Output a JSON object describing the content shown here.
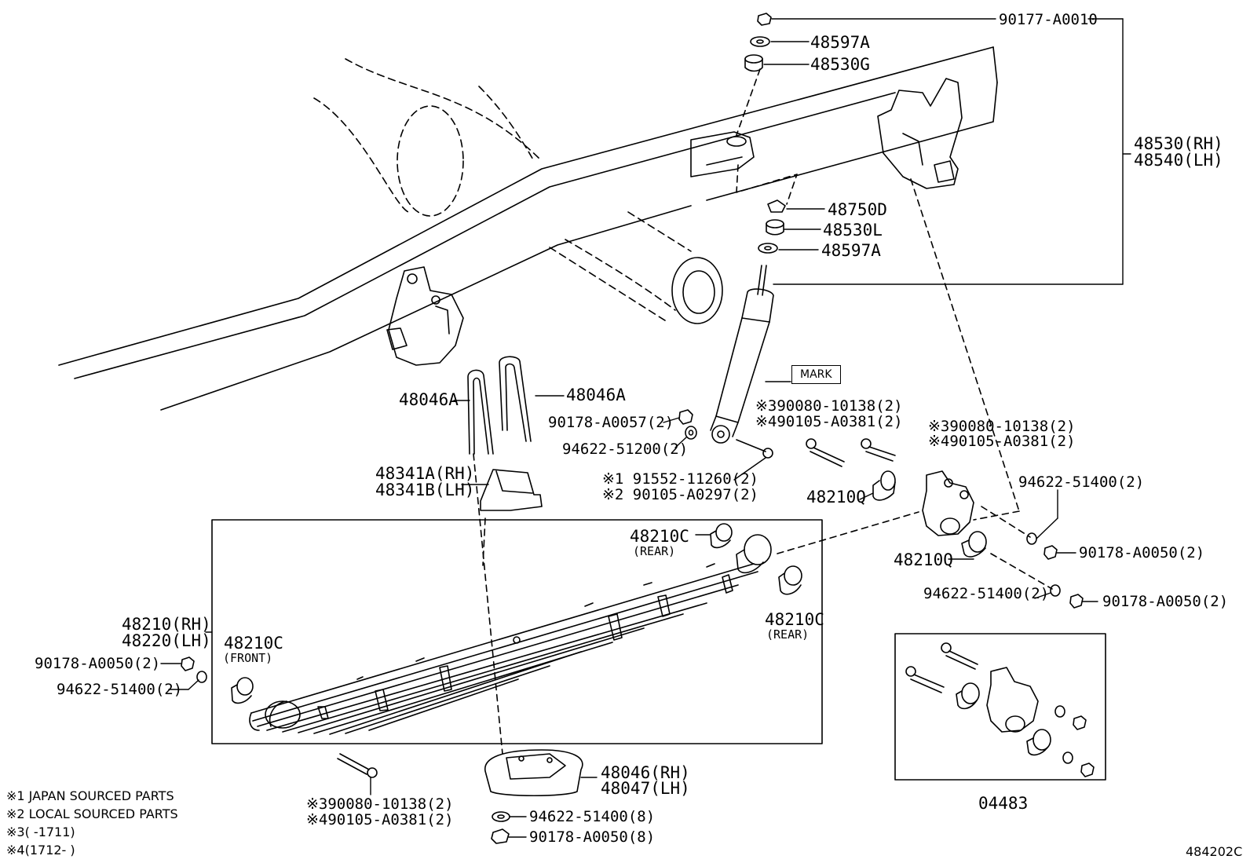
{
  "diagram_code": "484202C",
  "mark_label": "MARK",
  "callouts": {
    "nut_top": "90177-A0010",
    "washer_top": "48597A",
    "cushion_top": "48530G",
    "absorber_rh": "48530(RH)",
    "absorber_lh": "48540(LH)",
    "retainer": "48750D",
    "cushion_low": "48530L",
    "washer_low": "48597A",
    "ubolt_left": "48046A",
    "ubolt_right": "48046A",
    "nut_ubolt": "90178-A0057(2)",
    "washer_ubolt": "94622-51200(2)",
    "bumper_rh": "48341A(RH)",
    "bumper_lh": "48341B(LH)",
    "bolt_j1": "※1 91552-11260(2)",
    "bolt_j2": "※2 90105-A0297(2)",
    "bolt_a1": "※390080-10138(2)",
    "bolt_a2": "※490105-A0381(2)",
    "bolt_b1": "※390080-10138(2)",
    "bolt_b2": "※490105-A0381(2)",
    "bush_q1": "48210Q",
    "bush_q2": "48210Q",
    "washer_r1": "94622-51400(2)",
    "nut_r1": "90178-A0050(2)",
    "washer_r2": "94622-51400(2)",
    "nut_r2": "90178-A0050(2)",
    "bush_c_top": "48210C",
    "rear_top": "(REAR)",
    "bush_c_right": "48210C",
    "rear_right": "(REAR)",
    "spring_rh": "48210(RH)",
    "spring_lh": "48220(LH)",
    "nut_front": "90178-A0050(2)",
    "washer_front": "94622-51400(2)",
    "bush_c_front": "48210C",
    "front_text": "(FRONT)",
    "bolt_c1": "※390080-10138(2)",
    "bolt_c2": "※490105-A0381(2)",
    "plate_rh": "48046(RH)",
    "plate_lh": "48047(LH)",
    "washer_plate": "94622-51400(8)",
    "nut_plate": "90178-A0050(8)",
    "kit": "04483"
  },
  "notes": [
    "※1 JAPAN SOURCED PARTS",
    "※2 LOCAL SOURCED PARTS",
    "※3(    -1711)",
    "※4(1712-    )"
  ]
}
